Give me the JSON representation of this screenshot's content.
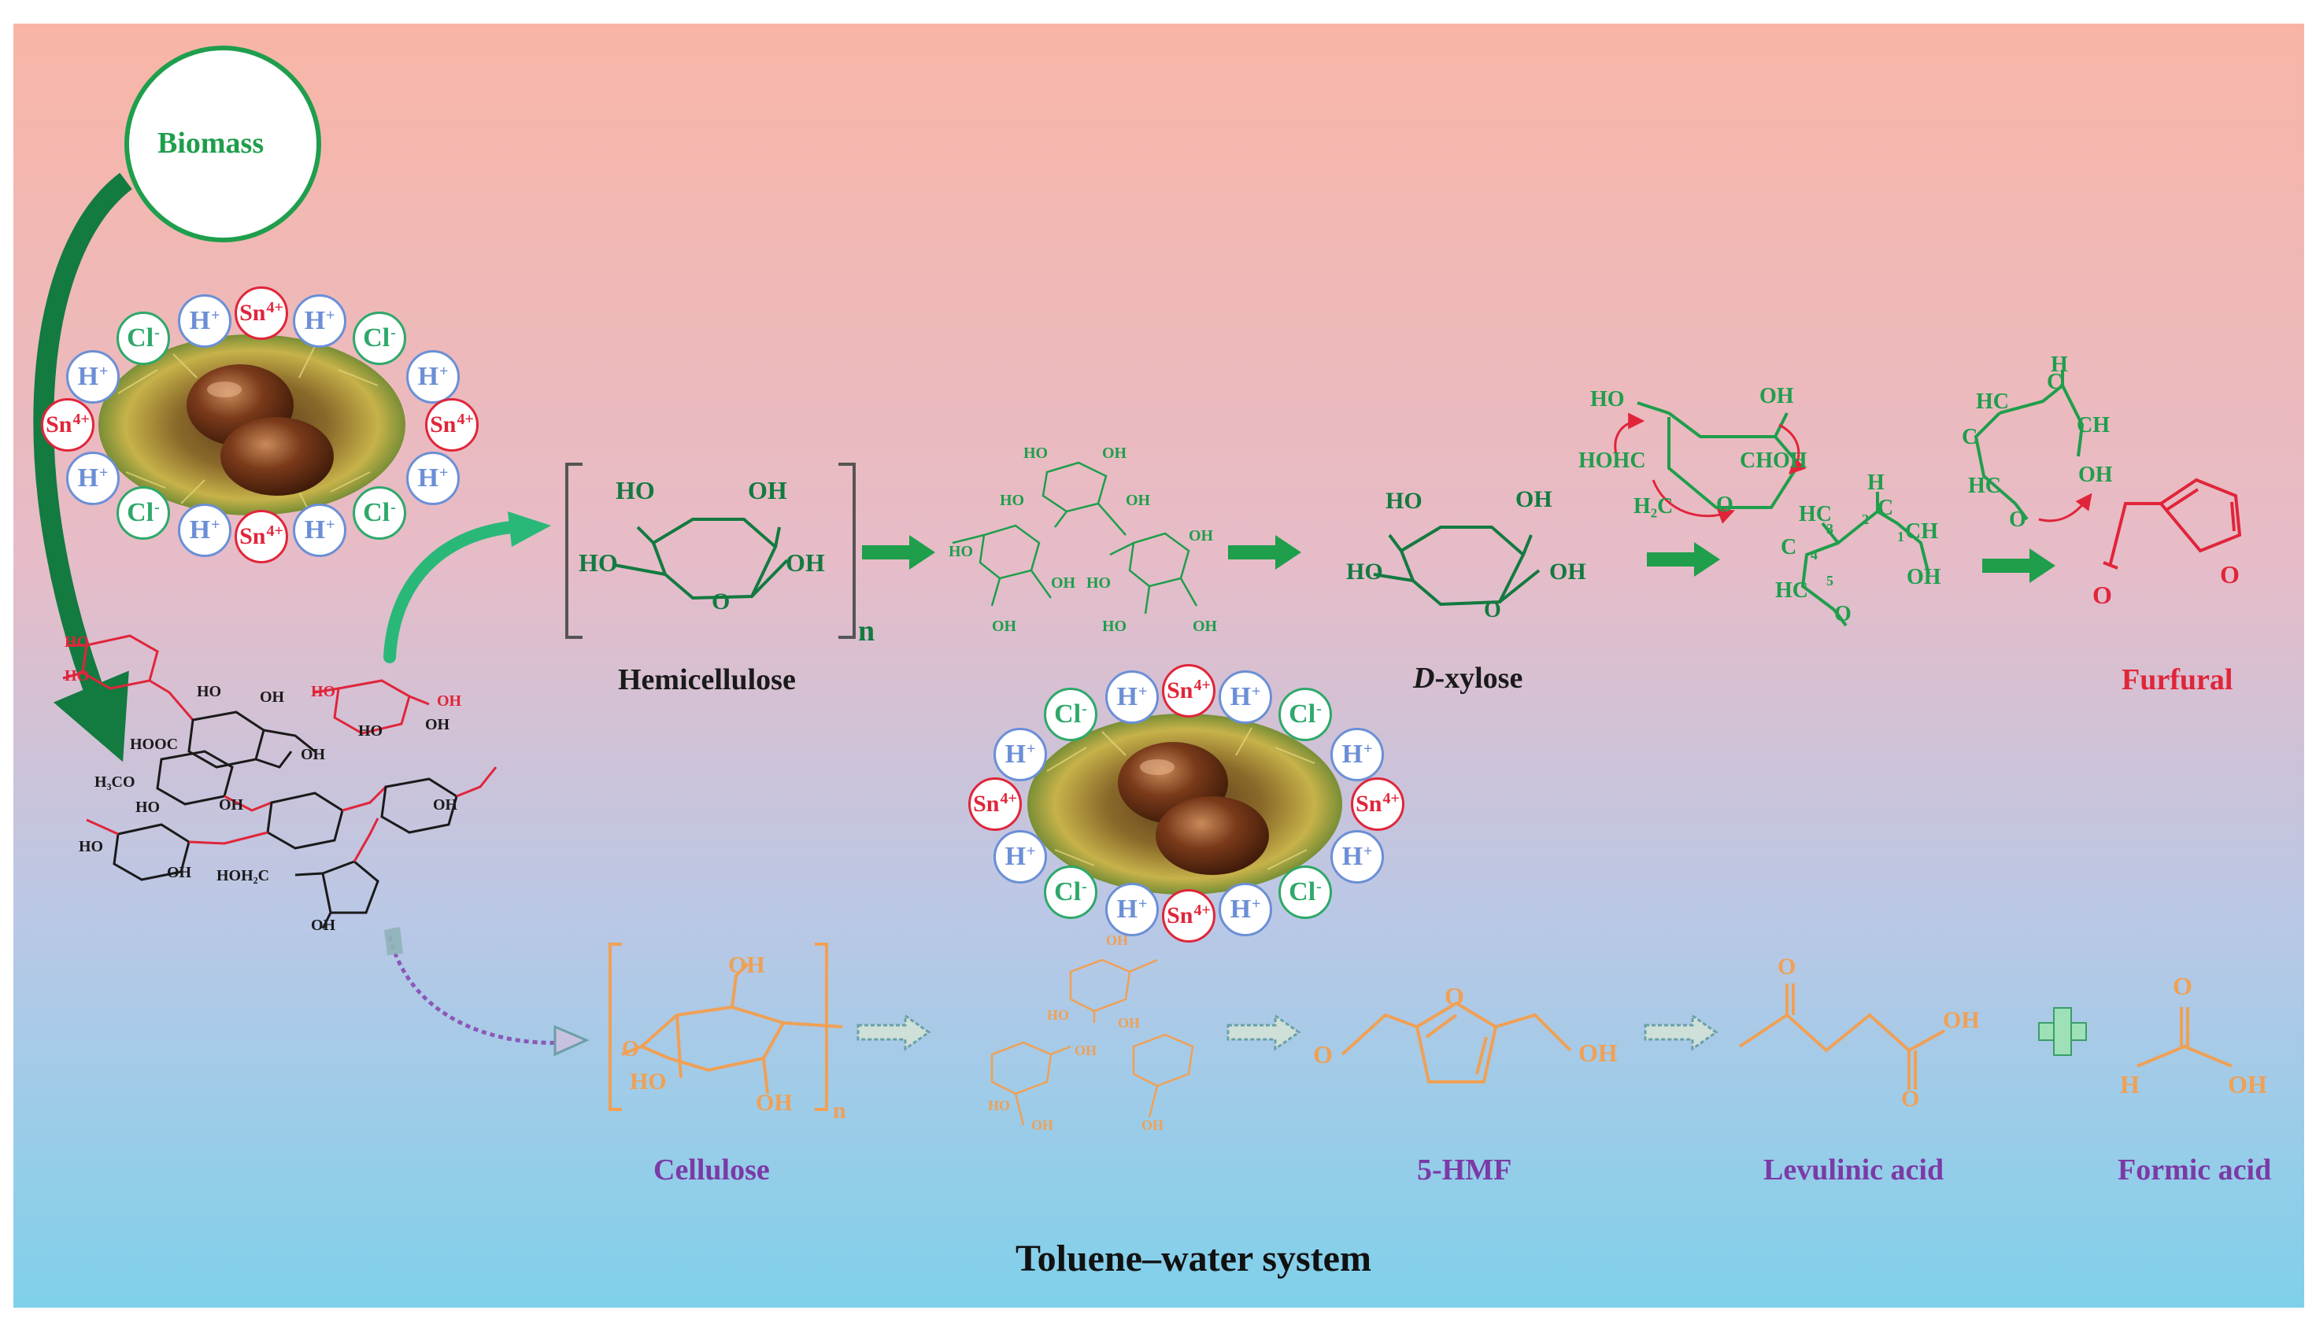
{
  "biomass_label": "Biomass",
  "labels": {
    "hemicellulose": "Hemicellulose",
    "polymer_n": "n",
    "d_prefix": "D",
    "xylose_rest": "-xylose",
    "furfural": "Furfural",
    "cellulose": "Cellulose",
    "cellulose_n": "n",
    "hmf": "5-HMF",
    "levulinic": "Levulinic acid",
    "formic": "Formic acid",
    "system": "Toluene–water system"
  },
  "ions": {
    "h": "H",
    "h_charge": "+",
    "cl": "Cl",
    "cl_charge": "-",
    "sn": "Sn",
    "sn_charge": "4+"
  },
  "atoms": {
    "ho": "HO",
    "oh": "OH",
    "o": "O",
    "h": "H",
    "hc": "HC",
    "ch": "CH",
    "c": "C",
    "hohc": "HOHC",
    "choh": "CHOH",
    "h2c": "H₂C",
    "hooc": "HOOC",
    "h3co": "H₃CO",
    "hoh2c": "HOH₂C"
  },
  "carbon_numbers": [
    "1",
    "2",
    "3",
    "4",
    "5"
  ],
  "colors": {
    "bg_top": "#f8b5a6",
    "bg_bottom": "#7fd0ea",
    "green": "#1f9e4c",
    "dark_green": "#137a40",
    "orange": "#f0a055",
    "red": "#e0253a",
    "blue_ion": "#6b8fd6",
    "purple": "#7b3aa6",
    "black": "#1a1a1a"
  }
}
